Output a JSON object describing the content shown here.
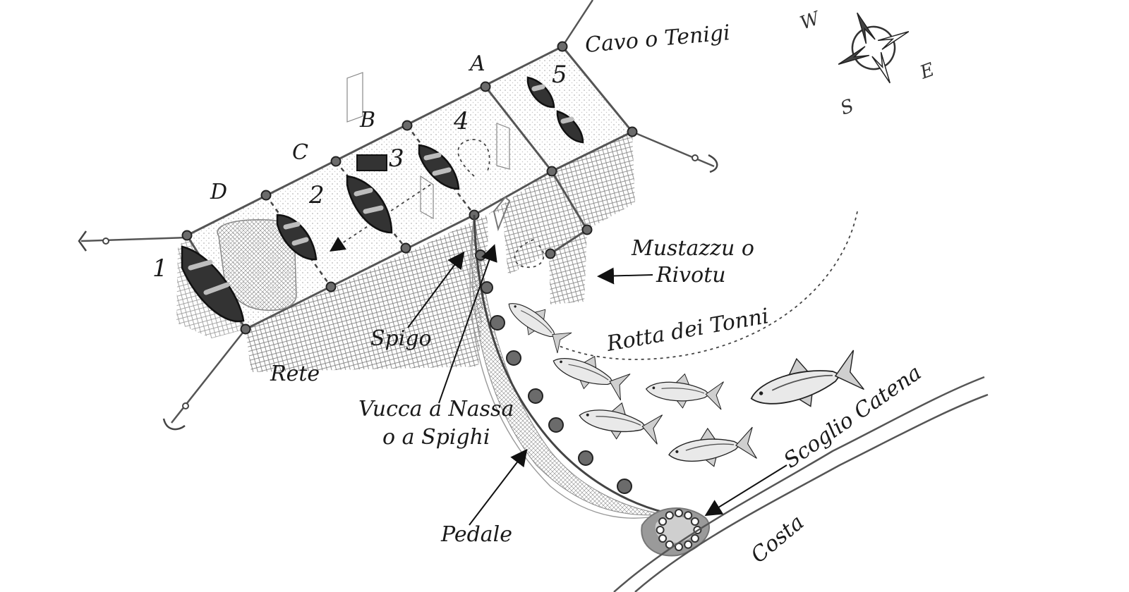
{
  "labels": {
    "cavo": "Cavo o Tenigi",
    "mustazzu_line1": "Mustazzu o",
    "mustazzu_line2": "Rivotu",
    "rotta": "Rotta dei Tonni",
    "spigo": "Spigo",
    "rete": "Rete",
    "vucca_line1": "Vucca a Nassa",
    "vucca_line2": "o a Spighi",
    "pedale": "Pedale",
    "scoglio": "Scoglio Catena",
    "costa": "Costa"
  },
  "chamber_letters": [
    "A",
    "B",
    "C",
    "D"
  ],
  "boat_numbers": [
    "1",
    "2",
    "3",
    "4",
    "5"
  ],
  "compass": {
    "w": "W",
    "e": "E",
    "s": "S"
  },
  "colors": {
    "boat": "#333333",
    "net": "#7a7a7a",
    "rock": "#9a9a9a"
  }
}
